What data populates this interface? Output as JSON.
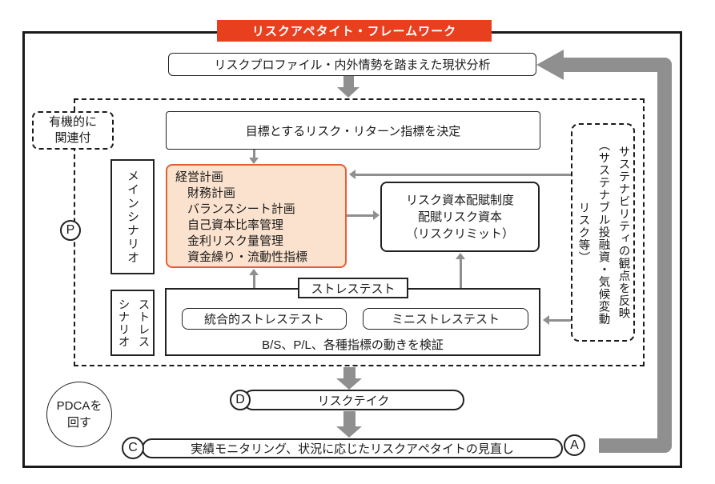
{
  "title_banner": "リスクアペタイト・フレームワーク",
  "top_flow": {
    "analysis": "リスクプロファイル・内外情勢を踏まえた現状分析",
    "target": "目標とするリスク・リターン指標を決定"
  },
  "left_notes": {
    "organic_link": "有機的に\n関連付",
    "p_badge": "P",
    "pdca": "PDCAを\n回す"
  },
  "scenario": {
    "main": "メインシナリオ",
    "stress": "ストレス\nシナリオ"
  },
  "plan_box": "経営計画\n　財務計画\n　バランスシート計画\n　自己資本比率管理\n　金利リスク量管理\n　資金繰り・流動性指標",
  "risk_capital": "リスク資本配賦制度\n配賦リスク資本\n（リスクリミット）",
  "stress_area": {
    "tag": "ストレステスト",
    "integrated": "統合的ストレステスト",
    "mini": "ミニストレステスト",
    "verify": "B/S、P/L、各種指標の動きを検証"
  },
  "sustainability": "サステナビリティの観点を反映\n（サステナブル投融資・気候変動\nリスク等）",
  "bottom_flow": {
    "d_badge": "D",
    "risk_take": "リスクテイク",
    "c_badge": "C",
    "monitoring": "実績モニタリング、状況に応じたリスクアペタイトの見直し",
    "a_badge": "A"
  },
  "colors": {
    "banner_bg": "#e8401f",
    "plan_border": "#e65f33",
    "plan_fill": "#fbe2ce",
    "arrow_gray": "#8f8f8f"
  }
}
